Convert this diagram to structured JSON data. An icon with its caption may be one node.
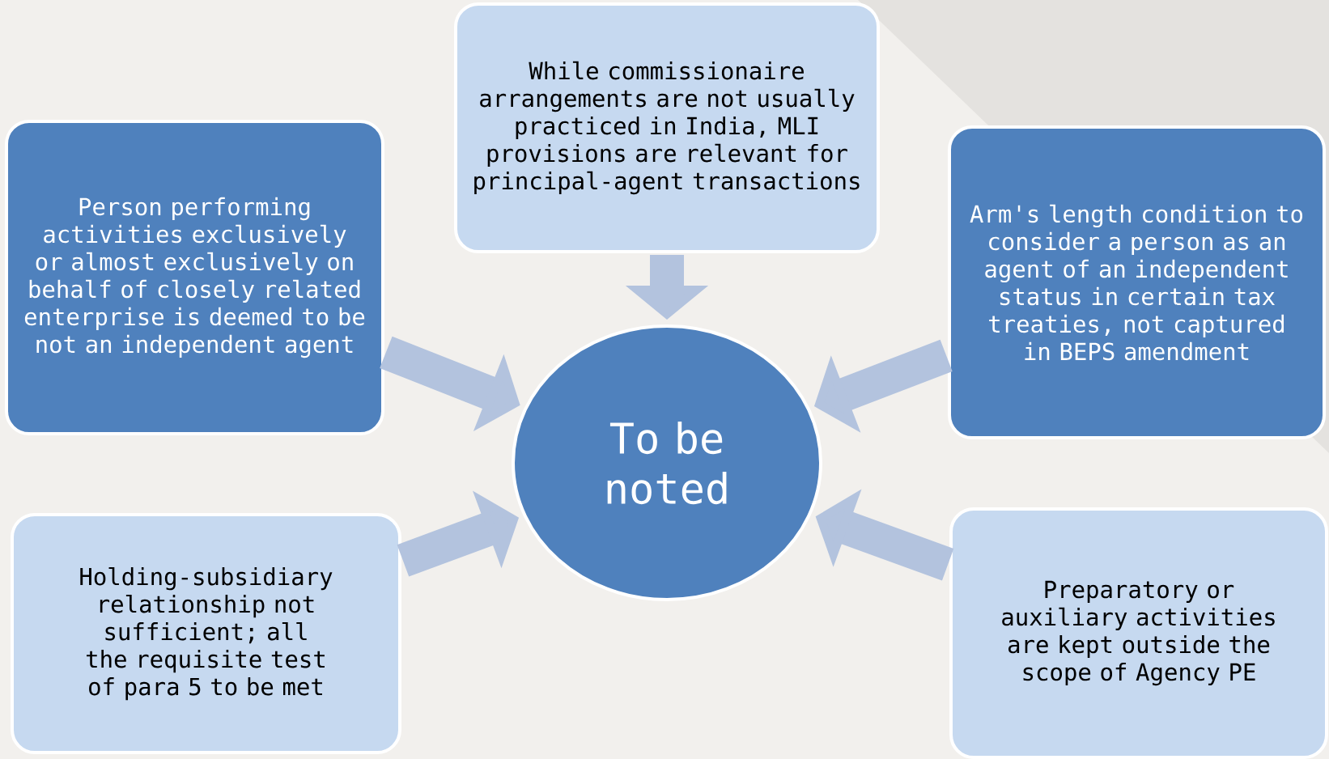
{
  "diagram": {
    "nodes": [
      {
        "text": [
          "While commissionaire arrangements are not usually practiced in India, MLI provisions are relevant for principal-agent transactions"
        ]
      },
      {
        "text": [
          "Person performing activities exclusively or almost exclusively on behalf of closely related enterprise is deemed to be not an independent agent"
        ]
      },
      {
        "text": [
          "Arm's length condition to consider a person as an agent of an independent status in certain tax treaties, not captured in BEPS amendment"
        ]
      },
      {
        "text": [
          "To be noted"
        ]
      },
      {
        "text": [
          "Holding-subsidiary relationship not sufficient; all the requisite test of para 5 to be met"
        ]
      },
      {
        "text": [
          "Preparatory or auxiliary activities are kept outside the scope of Agency PE"
        ]
      }
    ],
    "edges": [
      {
        "from": 0,
        "to": 3,
        "arrow": "to"
      },
      {
        "from": 1,
        "to": 3,
        "arrow": "to"
      },
      {
        "from": 2,
        "to": 3,
        "arrow": "to"
      },
      {
        "from": 4,
        "to": 3,
        "arrow": "to"
      },
      {
        "from": 5,
        "to": 3,
        "arrow": "to"
      }
    ]
  }
}
